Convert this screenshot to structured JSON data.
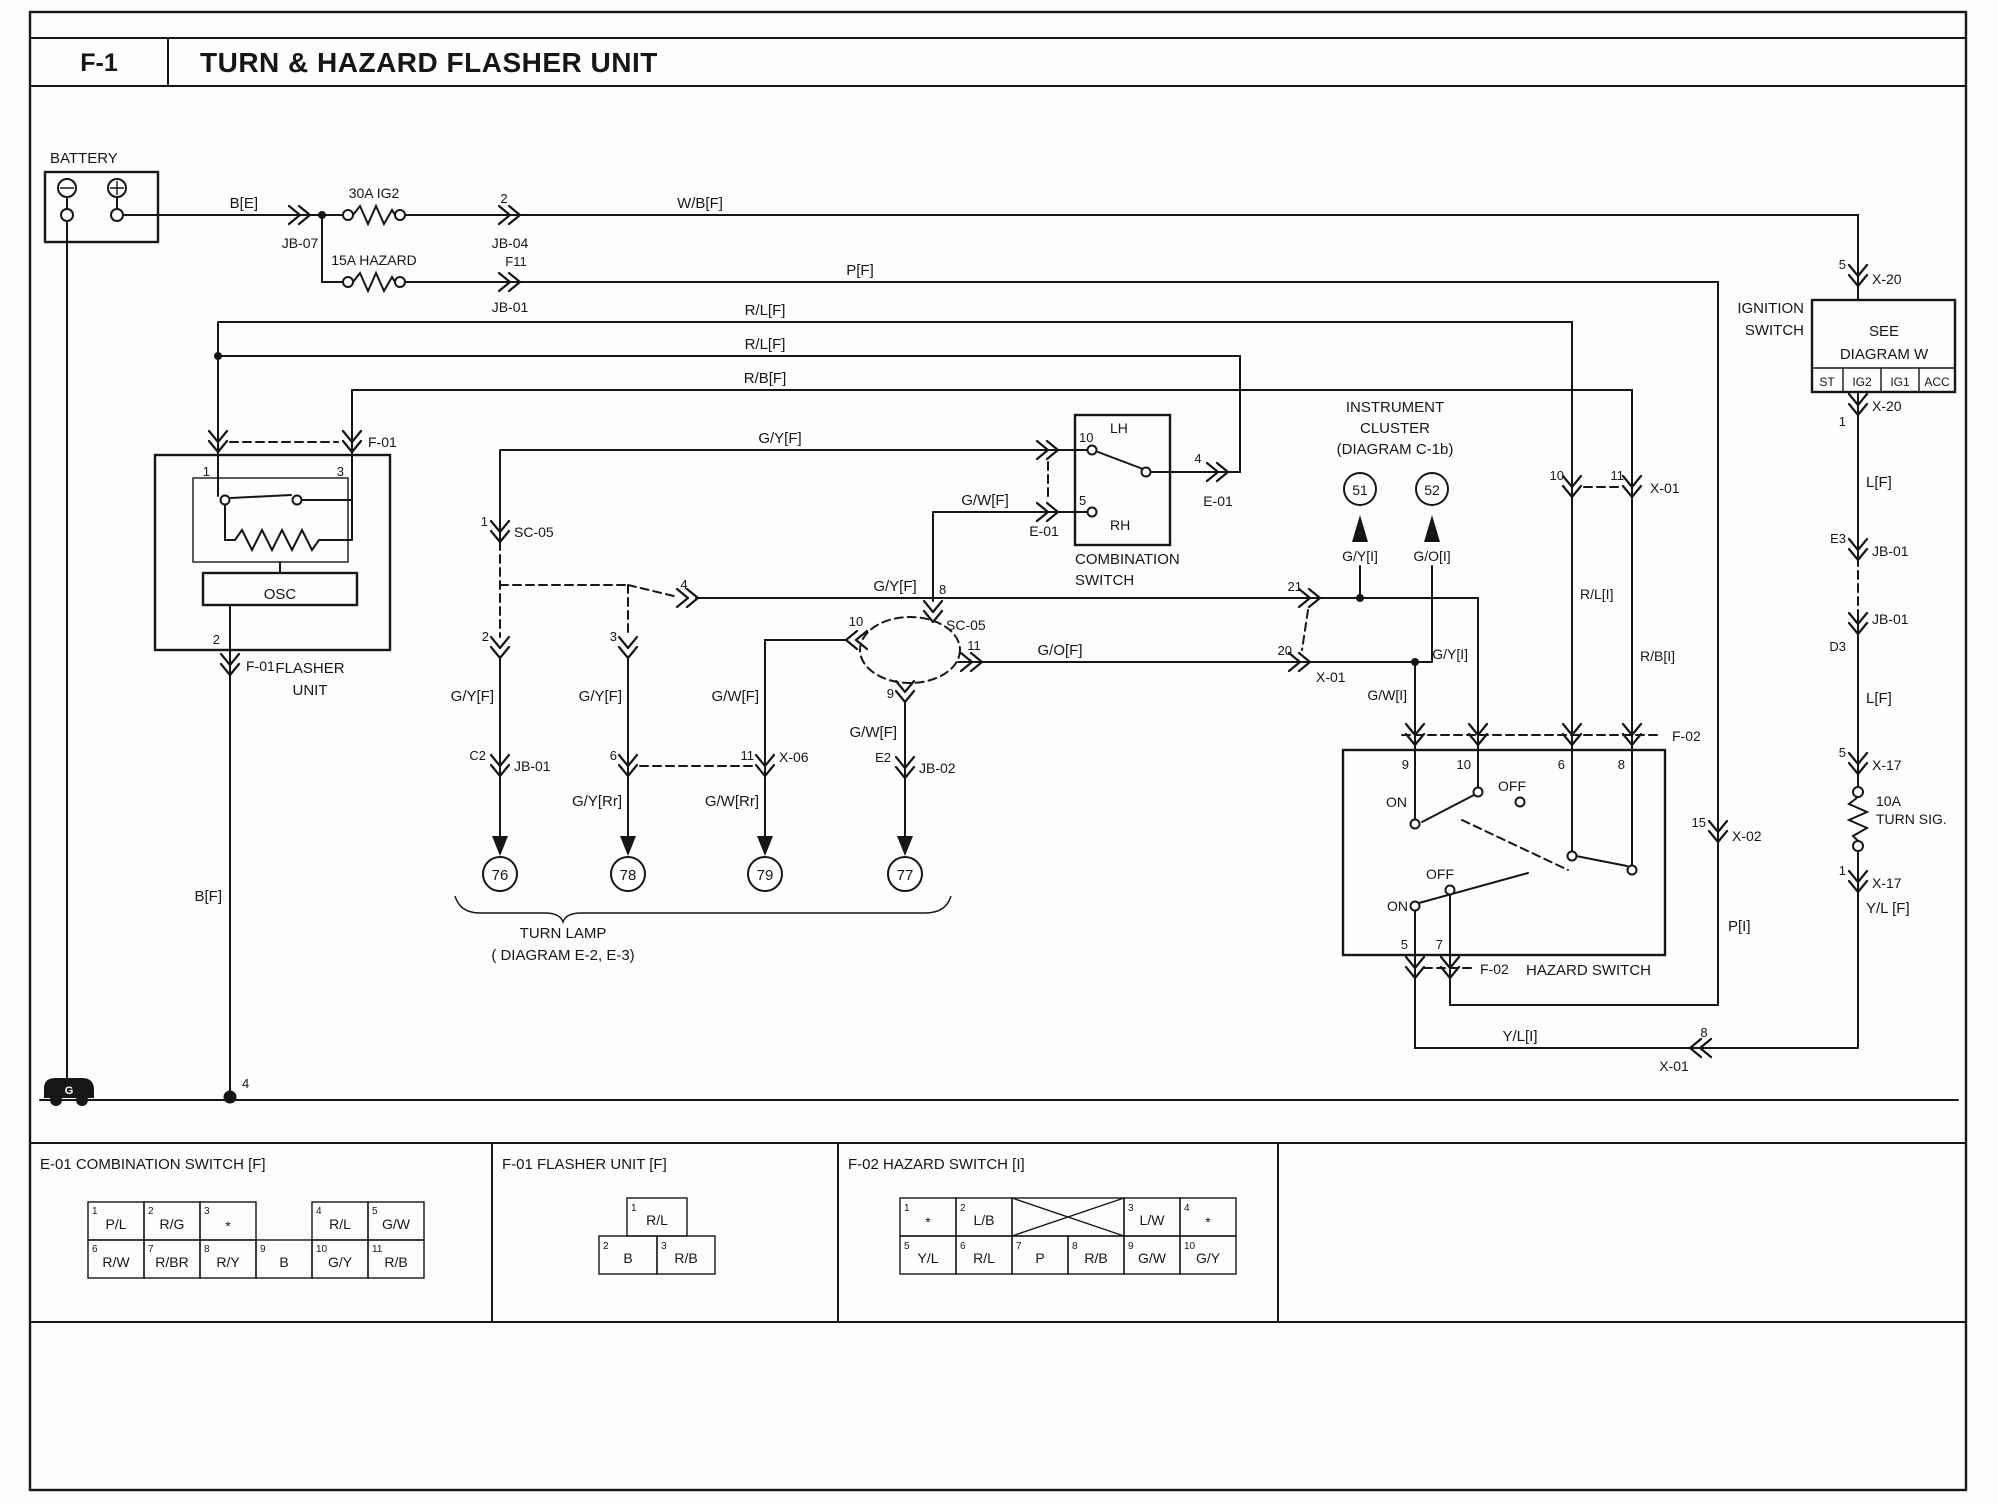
{
  "header": {
    "code": "F-1",
    "title": "TURN & HAZARD FLASHER UNIT"
  },
  "battery": {
    "label": "BATTERY"
  },
  "power": {
    "b_e": "B[E]",
    "jb07": "JB-07",
    "fuse_ig2": "30A IG2",
    "jb04_pin": "2",
    "jb04": "JB-04",
    "w_b": "W/B[F]",
    "fuse_hazard": "15A HAZARD",
    "f11": "F11",
    "jb01": "JB-01",
    "p_f": "P[F]"
  },
  "feeds": {
    "rl1": "R/L[F]",
    "rl2": "R/L[F]",
    "rb": "R/B[F]"
  },
  "flasher": {
    "pin1": "1",
    "pin3": "3",
    "f01_top": "F-01",
    "osc": "OSC",
    "pin2": "2",
    "f01_bot": "F-01",
    "name1": "FLASHER",
    "name2": "UNIT",
    "b_f": "B[F]",
    "gnd_pin": "4",
    "g": "G"
  },
  "combo": {
    "gy": "G/Y[F]",
    "gw": "G/W[F]",
    "pin10": "10",
    "lh": "LH",
    "pin4": "4",
    "e01_r": "E-01",
    "pin5": "5",
    "rh": "RH",
    "e01_l": "E-01",
    "name1": "COMBINATION",
    "name2": "SWITCH"
  },
  "splice1": {
    "pin1": "1",
    "name": "SC-05",
    "pin4": "4",
    "pin2": "2",
    "pin3": "3"
  },
  "splice2": {
    "pin8": "8",
    "name": "SC-05",
    "pin10": "10",
    "pin11": "11",
    "pin9": "9"
  },
  "lamps": {
    "col1": {
      "wire": "G/Y[F]",
      "pin": "C2",
      "conn": "JB-01",
      "num": "76"
    },
    "col2": {
      "wire": "G/Y[F]",
      "pin": "6",
      "wire2": "G/Y[Rr]",
      "num": "78"
    },
    "col3": {
      "wire": "G/W[F]",
      "pin": "11",
      "conn": "X-06",
      "wire2": "G/W[Rr]",
      "num": "79"
    },
    "col4": {
      "wire": "G/W[F]",
      "pin": "E2",
      "conn": "JB-02",
      "num": "77"
    },
    "caption1": "TURN LAMP",
    "caption2": "( DIAGRAM E-2, E-3)"
  },
  "cluster": {
    "name1": "INSTRUMENT",
    "name2": "CLUSTER",
    "name3": "(DIAGRAM C-1b)",
    "c51": "51",
    "c52": "52",
    "gy_i": "G/Y[I]",
    "go_i": "G/O[I]",
    "pin10": "10",
    "pin11": "11",
    "x01": "X-01"
  },
  "mid": {
    "gy_f": "G/Y[F]",
    "pin21": "21",
    "go_f": "G/O[F]",
    "pin20": "20",
    "x01": "X-01",
    "gy_i": "G/Y[I]",
    "gw_i": "G/W[I]",
    "rl_i": "R/L[I]",
    "rb_i": "R/B[I]"
  },
  "hazard": {
    "f02_top": "F-02",
    "pin9": "9",
    "pin10": "10",
    "pin6": "6",
    "pin8": "8",
    "on1": "ON",
    "off1": "OFF",
    "off2": "OFF",
    "on2": "ON",
    "pin5": "5",
    "pin7": "7",
    "f02_bot": "F-02",
    "name": "HAZARD SWITCH",
    "pin15": "15",
    "x02": "X-02",
    "p_i": "P[I]",
    "yl_i": "Y/L[I]",
    "pin8b": "8",
    "x01": "X-01"
  },
  "ignition": {
    "pin5": "5",
    "x20a": "X-20",
    "name1": "IGNITION",
    "name2": "SWITCH",
    "see": "SEE",
    "diagram": "DIAGRAM W",
    "t1": "ST",
    "t2": "IG2",
    "t3": "IG1",
    "t4": "ACC",
    "x20b": "X-20",
    "pin1": "1",
    "l1": "L[F]",
    "e3": "E3",
    "jb01a": "JB-01",
    "jb01b": "JB-01",
    "d3": "D3",
    "l2": "L[F]",
    "pin5b": "5",
    "x17a": "X-17",
    "fuse1": "10A",
    "fuse2": "TURN SIG.",
    "pin1b": "1",
    "x17b": "X-17",
    "yl": "Y/L [F]"
  },
  "tables": {
    "e01": {
      "title": "E-01 COMBINATION SWITCH [F]",
      "row1": [
        {
          "p": "1",
          "v": "P/L"
        },
        {
          "p": "2",
          "v": "R/G"
        },
        {
          "p": "3",
          "v": "*"
        },
        {
          "p": "4",
          "v": "R/L"
        },
        {
          "p": "5",
          "v": "G/W"
        }
      ],
      "row2": [
        {
          "p": "6",
          "v": "R/W"
        },
        {
          "p": "7",
          "v": "R/BR"
        },
        {
          "p": "8",
          "v": "R/Y"
        },
        {
          "p": "9",
          "v": "B"
        },
        {
          "p": "10",
          "v": "G/Y"
        },
        {
          "p": "11",
          "v": "R/B"
        }
      ]
    },
    "f01": {
      "title": "F-01 FLASHER UNIT [F]",
      "top": {
        "p": "1",
        "v": "R/L"
      },
      "row": [
        {
          "p": "2",
          "v": "B"
        },
        {
          "p": "3",
          "v": "R/B"
        }
      ]
    },
    "f02": {
      "title": "F-02 HAZARD SWITCH [I]",
      "row1": [
        {
          "p": "1",
          "v": "*"
        },
        {
          "p": "2",
          "v": "L/B"
        },
        {
          "p": "3",
          "v": "L/W"
        },
        {
          "p": "4",
          "v": "*"
        }
      ],
      "row2": [
        {
          "p": "5",
          "v": "Y/L"
        },
        {
          "p": "6",
          "v": "R/L"
        },
        {
          "p": "7",
          "v": "P"
        },
        {
          "p": "8",
          "v": "R/B"
        },
        {
          "p": "9",
          "v": "G/W"
        },
        {
          "p": "10",
          "v": "G/Y"
        }
      ]
    }
  }
}
